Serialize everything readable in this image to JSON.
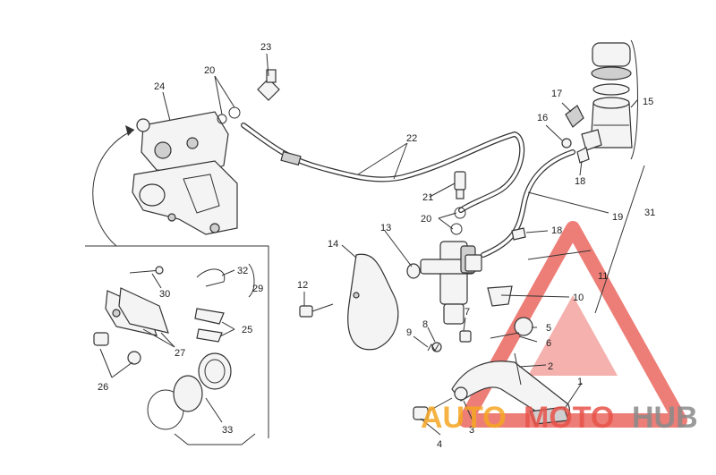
{
  "callouts": [
    "1",
    "2",
    "3",
    "4",
    "5",
    "6",
    "7",
    "8",
    "9",
    "10",
    "11",
    "12",
    "13",
    "14",
    "15",
    "16",
    "17",
    "18",
    "18",
    "19",
    "20",
    "20",
    "21",
    "22",
    "23",
    "24",
    "25",
    "26",
    "27",
    "29",
    "30",
    "31",
    "32",
    "33"
  ],
  "watermark": {
    "part_a": "AUTO",
    "part_b": "MOTO",
    "part_c": "HUB",
    "colors": {
      "red": "#e8534a",
      "orange": "#f5a623",
      "gray": "#8a8a8a"
    }
  }
}
